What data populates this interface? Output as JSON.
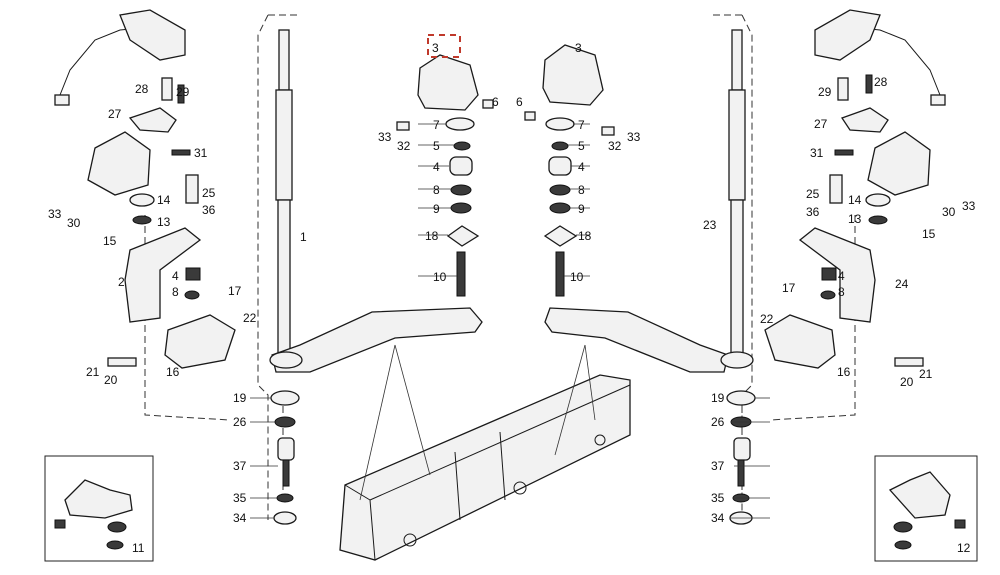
{
  "diagram": {
    "highlight_color": "#c0392b",
    "callouts": [
      {
        "id": "c3l",
        "text": "3"
      },
      {
        "id": "c3r",
        "text": "3"
      },
      {
        "id": "c6l",
        "text": "6"
      },
      {
        "id": "c6r",
        "text": "6"
      },
      {
        "id": "c7l",
        "text": "7"
      },
      {
        "id": "c7r",
        "text": "7"
      },
      {
        "id": "c5l",
        "text": "5"
      },
      {
        "id": "c5r",
        "text": "5"
      },
      {
        "id": "c4l",
        "text": "4"
      },
      {
        "id": "c4r",
        "text": "4"
      },
      {
        "id": "c8l",
        "text": "8"
      },
      {
        "id": "c8r",
        "text": "8"
      },
      {
        "id": "c9l",
        "text": "9"
      },
      {
        "id": "c9r",
        "text": "9"
      },
      {
        "id": "c18l",
        "text": "18"
      },
      {
        "id": "c18r",
        "text": "18"
      },
      {
        "id": "c10l",
        "text": "10"
      },
      {
        "id": "c10r",
        "text": "10"
      },
      {
        "id": "c33l",
        "text": "33"
      },
      {
        "id": "c32l",
        "text": "32"
      },
      {
        "id": "c32r",
        "text": "32"
      },
      {
        "id": "c33r",
        "text": "33"
      },
      {
        "id": "c1",
        "text": "1"
      },
      {
        "id": "c23",
        "text": "23"
      },
      {
        "id": "c28l",
        "text": "28"
      },
      {
        "id": "c29l",
        "text": "29"
      },
      {
        "id": "c27l",
        "text": "27"
      },
      {
        "id": "c31l",
        "text": "31"
      },
      {
        "id": "c25l",
        "text": "25"
      },
      {
        "id": "c14l",
        "text": "14"
      },
      {
        "id": "c36l",
        "text": "36"
      },
      {
        "id": "c13l",
        "text": "13"
      },
      {
        "id": "c33ll",
        "text": "33"
      },
      {
        "id": "c30l",
        "text": "30"
      },
      {
        "id": "c15l",
        "text": "15"
      },
      {
        "id": "c2",
        "text": "2"
      },
      {
        "id": "c4ll",
        "text": "4"
      },
      {
        "id": "c8ll",
        "text": "8"
      },
      {
        "id": "c17l",
        "text": "17"
      },
      {
        "id": "c22l",
        "text": "22"
      },
      {
        "id": "c21l",
        "text": "21"
      },
      {
        "id": "c20l",
        "text": "20"
      },
      {
        "id": "c16l",
        "text": "16"
      },
      {
        "id": "c29r",
        "text": "29"
      },
      {
        "id": "c28r",
        "text": "28"
      },
      {
        "id": "c27r",
        "text": "27"
      },
      {
        "id": "c31r",
        "text": "31"
      },
      {
        "id": "c25r",
        "text": "25"
      },
      {
        "id": "c14r",
        "text": "14"
      },
      {
        "id": "c36r",
        "text": "36"
      },
      {
        "id": "c13r",
        "text": "13"
      },
      {
        "id": "c30r",
        "text": "30"
      },
      {
        "id": "c33rr",
        "text": "33"
      },
      {
        "id": "c15r",
        "text": "15"
      },
      {
        "id": "c17r",
        "text": "17"
      },
      {
        "id": "c4rr",
        "text": "4"
      },
      {
        "id": "c8rr",
        "text": "8"
      },
      {
        "id": "c24",
        "text": "24"
      },
      {
        "id": "c22r",
        "text": "22"
      },
      {
        "id": "c16r",
        "text": "16"
      },
      {
        "id": "c20r",
        "text": "20"
      },
      {
        "id": "c21r",
        "text": "21"
      },
      {
        "id": "c19l",
        "text": "19"
      },
      {
        "id": "c26l",
        "text": "26"
      },
      {
        "id": "c37l",
        "text": "37"
      },
      {
        "id": "c35l",
        "text": "35"
      },
      {
        "id": "c34l",
        "text": "34"
      },
      {
        "id": "c19r",
        "text": "19"
      },
      {
        "id": "c26r",
        "text": "26"
      },
      {
        "id": "c37r",
        "text": "37"
      },
      {
        "id": "c35r",
        "text": "35"
      },
      {
        "id": "c34r",
        "text": "34"
      },
      {
        "id": "c11",
        "text": "11"
      },
      {
        "id": "c12",
        "text": "12"
      }
    ]
  }
}
